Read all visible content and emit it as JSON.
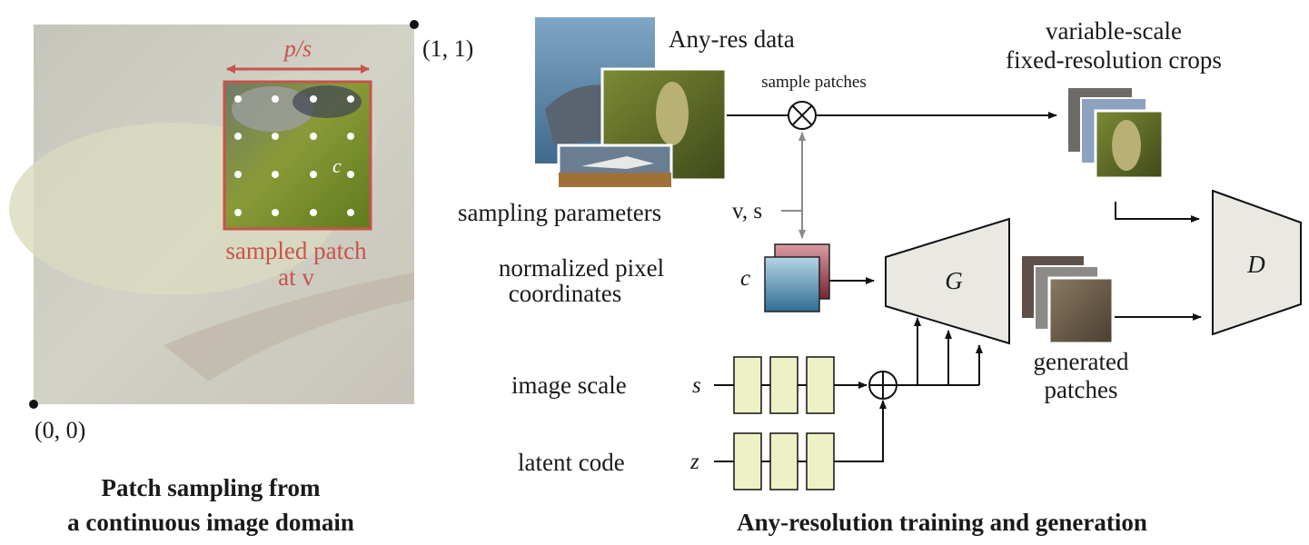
{
  "left_panel": {
    "patch_width_label": "p/s",
    "center_label": "c",
    "corner_top_right": "(1, 1)",
    "corner_bottom_left": "(0, 0)",
    "sampled_patch_line1": "sampled patch",
    "sampled_patch_line2": "at v",
    "caption_line1": "Patch sampling from",
    "caption_line2": "a continuous image domain"
  },
  "right_panel": {
    "anyres_data": "Any-res data",
    "sample_patches": "sample patches",
    "crops_line1": "variable-scale",
    "crops_line2": "fixed-resolution crops",
    "sampling_parameters": "sampling parameters",
    "vs_label": "v, s",
    "coords_line1": "normalized pixel",
    "coords_line2": "coordinates",
    "c_label": "c",
    "generator": "G",
    "discriminator": "D",
    "image_scale": "image scale",
    "s_label": "s",
    "latent_code": "latent code",
    "z_label": "z",
    "generated_line1": "generated",
    "generated_line2": "patches",
    "caption": "Any-resolution training and generation"
  },
  "colors": {
    "patch_red": "#c8544a",
    "block_fill": "#eef1c6",
    "trapezoid_fill": "#e9e8e3",
    "coord_blue": "#3c7aa0",
    "coord_red": "#8c2f3a"
  }
}
